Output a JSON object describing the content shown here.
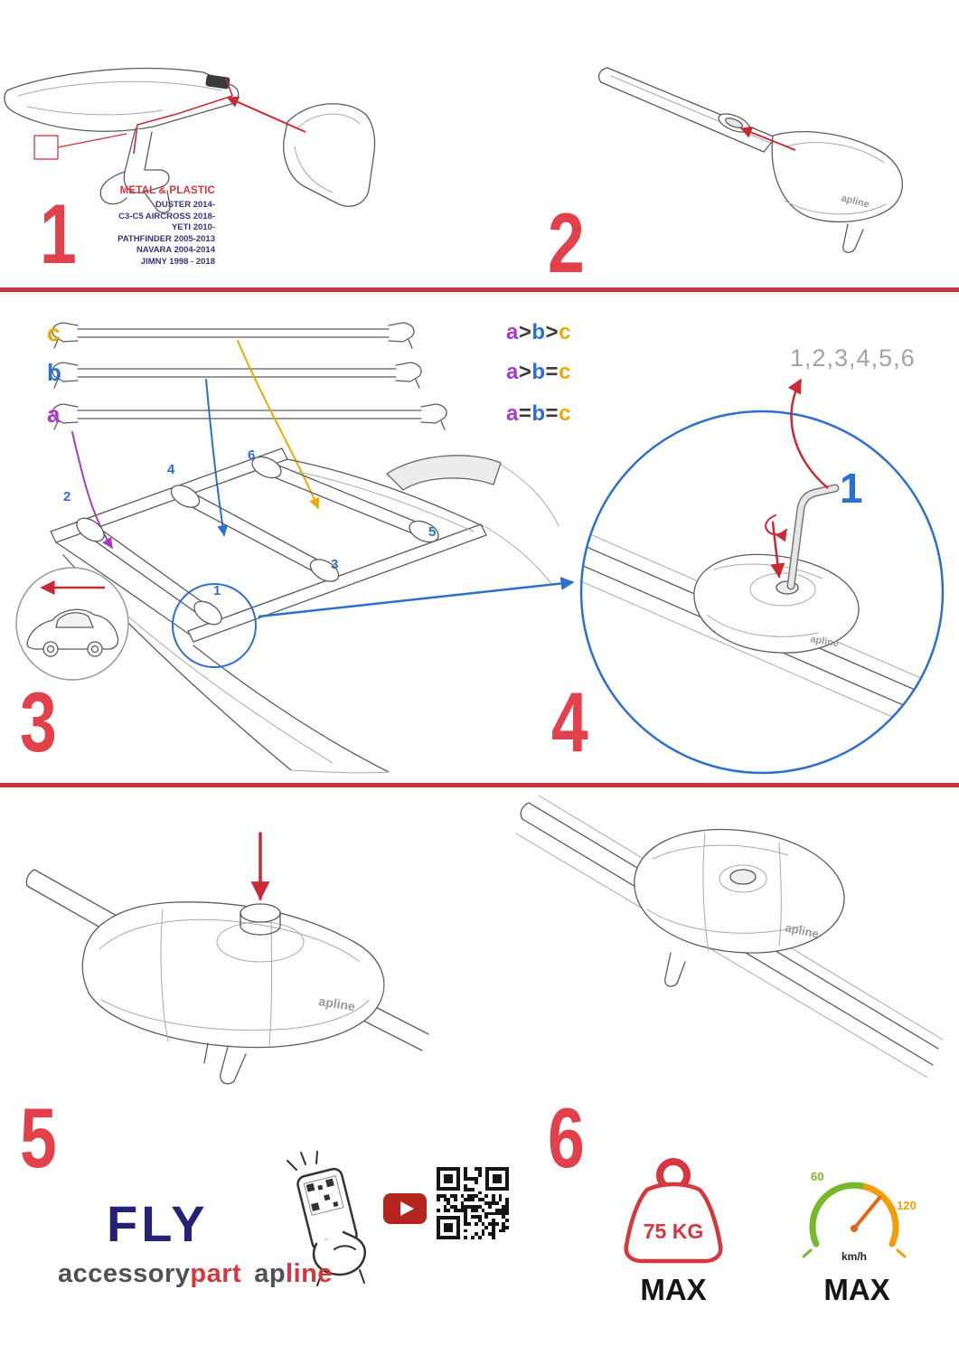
{
  "steps": {
    "s1": {
      "number": "1",
      "material_label": "METAL & PLASTIC",
      "models": [
        "DUSTER 2014-",
        "C3-C5 AIRCROSS 2018-",
        "YETI 2010-",
        "PATHFINDER 2005-2013",
        "NAVARA 2004-2014",
        "JIMNY 1998 - 2018"
      ]
    },
    "s2": {
      "number": "2"
    },
    "s3": {
      "number": "3",
      "bar_labels": [
        "c",
        "b",
        "a"
      ],
      "legend": {
        "row1": [
          "a",
          ">",
          "b",
          ">",
          "c"
        ],
        "row2": [
          "a",
          ">",
          "b",
          "=",
          "c"
        ],
        "row3": [
          "a",
          "=",
          "b",
          "=",
          "c"
        ]
      },
      "positions": [
        "1",
        "2",
        "3",
        "4",
        "5",
        "6"
      ]
    },
    "s4": {
      "number": "4",
      "tighten_sequence": "1,2,3,4,5,6",
      "first_position": "1"
    },
    "s5": {
      "number": "5"
    },
    "s6": {
      "number": "6"
    }
  },
  "branding": {
    "product_name": "FLY",
    "brand_word_1": "accessory",
    "brand_word_2": "part",
    "brand_word_3": "ap",
    "brand_word_4": "line",
    "logo": "apline"
  },
  "limits": {
    "max_load": "75 KG",
    "max_load_label": "MAX",
    "speed_tick_low": "60",
    "speed_tick_high": "120",
    "speed_unit": "km/h",
    "max_speed_label": "MAX"
  },
  "colors": {
    "accent_red": "#d8363f",
    "blue": "#2c6fce",
    "purple": "#a63bc9",
    "orange": "#f0a800",
    "navy": "#232276",
    "sequence_gray": "#a3a3a3"
  }
}
